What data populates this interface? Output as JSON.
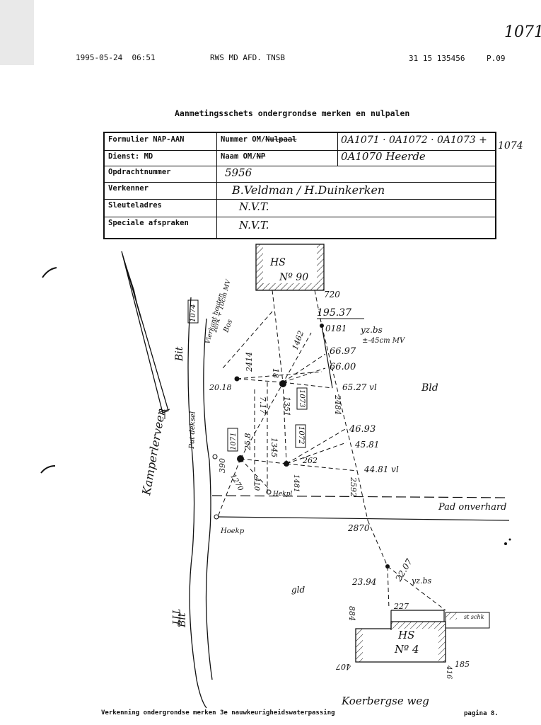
{
  "header": {
    "date_time": "1995-05-24  06:51",
    "organisation": "RWS MD AFD. TNSB",
    "fax_number": "31 15 135456",
    "fax_page": "P.09",
    "page_mark": "1071"
  },
  "title": "Aanmetingsschets ondergrondse merken en nulpalen",
  "form": {
    "rows": [
      {
        "label": "Formulier NAP-AAN",
        "label2": "Nummer OM/",
        "label2_struck": "Nulpaal",
        "value": "0A1071 · 0A1072 · 0A1073 +",
        "value_extra": "1074"
      },
      {
        "label": "Dienst: MD",
        "label2": "Naam OM/",
        "label2_struck": "NP",
        "value": "0A1070 Heerde"
      },
      {
        "label": "Opdrachtnummer",
        "value": "5956"
      },
      {
        "label": "Verkenner",
        "value": "B.Veldman / H.Duinkerken"
      },
      {
        "label": "Sleuteladres",
        "value": "N.V.T."
      },
      {
        "label": "Speciale afspraken",
        "value": "N.V.T."
      }
    ]
  },
  "sketch": {
    "labels": {
      "hs90": "HS",
      "hs90_nr": "Nº 90",
      "d720": "720",
      "m19537": "195.37",
      "m0181": "0181",
      "yzbs1": "yz.bs",
      "yzbs1_note": "±-45cm MV",
      "m1462": "1462",
      "m6697": "66.97",
      "m6600": "66.00",
      "m6527": "65.27 vl",
      "m2414": "2414",
      "m2018": "20.18",
      "m18": "18",
      "m717": "7.17",
      "m1351": "1351",
      "m2484": "2484",
      "r1073": "1073",
      "r1074": "1074",
      "vierkant_note1": "Vierkant houten",
      "vierkant_note2": "zerk + 10cm MV",
      "bos": "Bos",
      "bit": "Bit",
      "bld_right": "Bld",
      "putdeksel": "Put deksel",
      "r1071": "1071",
      "m258": "25.8",
      "m390": "390",
      "m1345": "1345",
      "r1072": "1072",
      "m262": "262",
      "m4693": "46.93",
      "m4581": "45.81",
      "m4481": "44.81 vl",
      "m1481": "1481",
      "m2592": "2592",
      "m1270": "1270",
      "m410": "410",
      "hekpl": "Hekpl",
      "hoekp": "Hoekp",
      "pad": "Pad onverhard",
      "kamperlerveen": "Kamperlerveen",
      "m2870": "2870",
      "gld": "gld",
      "bit_lower": "Bit",
      "tit": "TIT",
      "m2207": "22.07",
      "m2394": "23.94",
      "yzbs2": "yz.bs",
      "m227": "227",
      "m884": "884",
      "st_schk": "st schk",
      "hs4": "HS",
      "hs4_nr": "Nº 4",
      "m407": "407",
      "m185": "185",
      "m416": "416",
      "koerbergse": "Koerbergse weg"
    }
  },
  "footer": {
    "left": "Verkenning ondergrondse merken 3e nauwkeurigheidswaterpassing",
    "right": "pagina 8."
  }
}
